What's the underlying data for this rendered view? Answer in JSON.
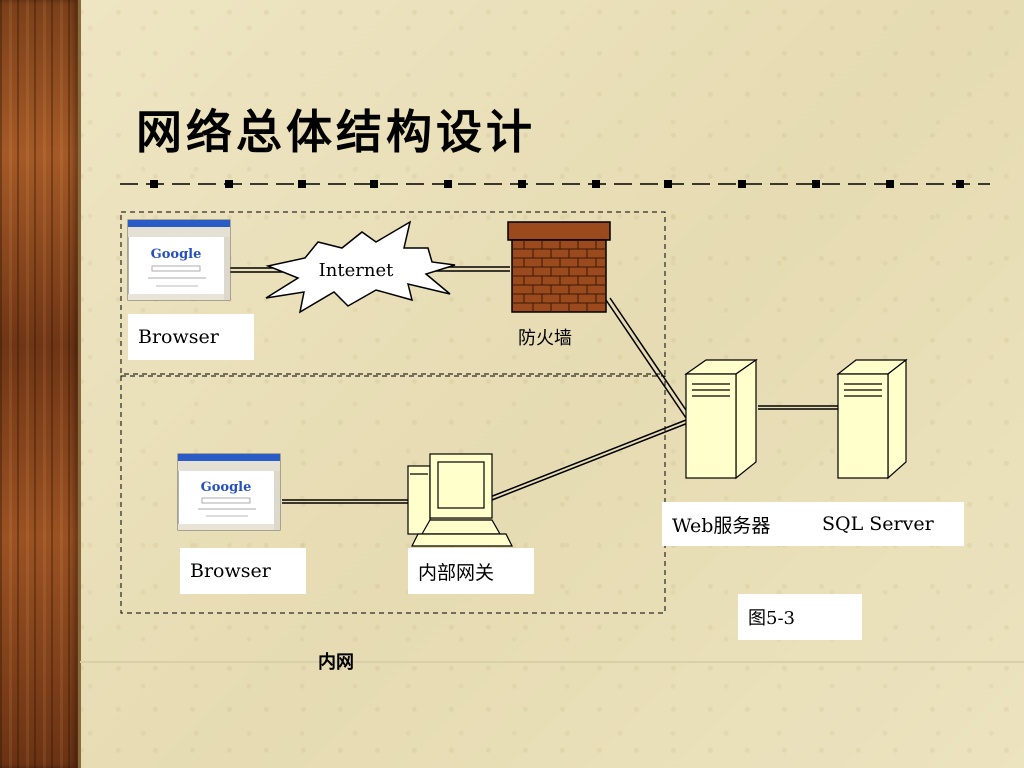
{
  "slide": {
    "title": "网络总体结构设计",
    "figure_caption": "图5-3",
    "intranet_label": "内网"
  },
  "nodes": {
    "internet": "Internet",
    "firewall": "防火墙",
    "browser_top": "Browser",
    "browser_bottom": "Browser",
    "gateway": "内部网关",
    "web_server": "Web服务器",
    "sql_server": "SQL Server"
  },
  "screen": {
    "logo": "Google"
  },
  "colors": {
    "background": "#ece2bd",
    "brick": "#9a4a1c",
    "mortar": "#3a1a08",
    "server_fill": "#ffffcc",
    "line": "#000000"
  }
}
